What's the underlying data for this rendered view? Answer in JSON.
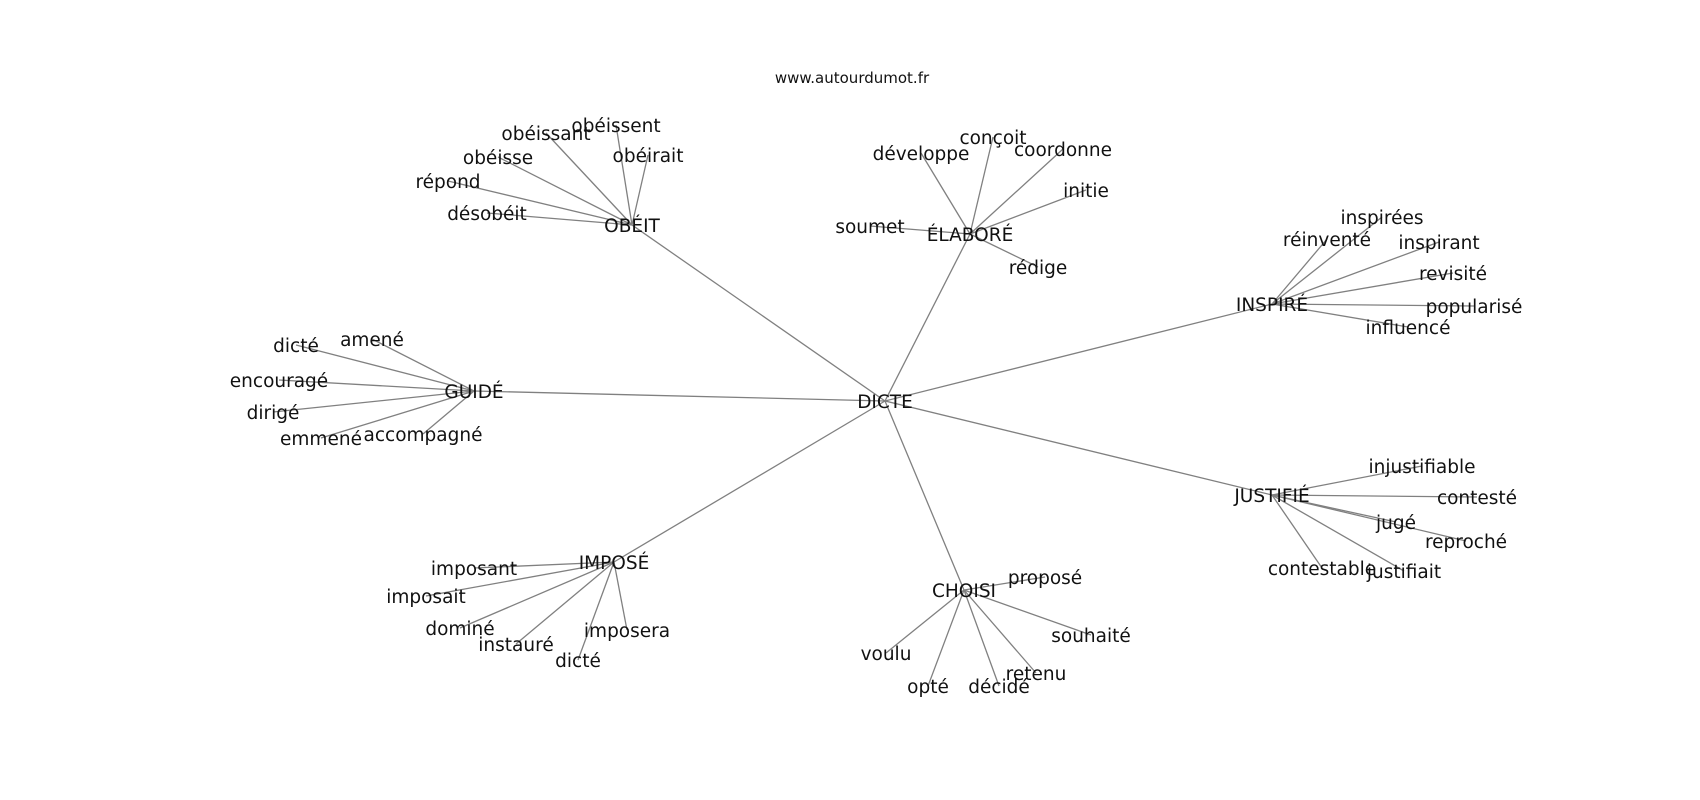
{
  "site": "www.autourdumot.fr",
  "center": "DICTE",
  "clusters": [
    {
      "hub": "OBÉIT",
      "leaves": [
        "obéissent",
        "obéissant",
        "obéirait",
        "obéisse",
        "répond",
        "désobéit"
      ]
    },
    {
      "hub": "ÉLABORÉ",
      "leaves": [
        "conçoit",
        "développe",
        "coordonne",
        "initie",
        "soumet",
        "rédige"
      ]
    },
    {
      "hub": "INSPIRÉ",
      "leaves": [
        "inspirées",
        "réinventé",
        "inspirant",
        "revisité",
        "popularisé",
        "influencé"
      ]
    },
    {
      "hub": "GUIDÉ",
      "leaves": [
        "amené",
        "dicté",
        "encouragé",
        "dirigé",
        "emmené",
        "accompagné"
      ]
    },
    {
      "hub": "JUSTIFIÉ",
      "leaves": [
        "injustifiable",
        "contesté",
        "jugé",
        "reproché",
        "contestable",
        "justifiait"
      ]
    },
    {
      "hub": "IMPOSÉ",
      "leaves": [
        "imposant",
        "imposait",
        "dominé",
        "instauré",
        "dicté",
        "imposera"
      ]
    },
    {
      "hub": "CHOISI",
      "leaves": [
        "proposé",
        "souhaité",
        "voulu",
        "retenu",
        "opté",
        "décidé"
      ]
    }
  ]
}
